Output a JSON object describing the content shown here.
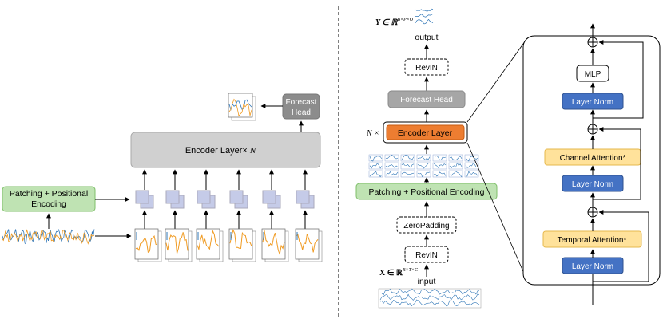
{
  "left": {
    "patching_line1": "Patching + Positional",
    "patching_line2": "Encoding",
    "encoder_label": "Encoder Layer×",
    "encoder_n": "N",
    "forecast_line1": "Forecast",
    "forecast_line2": "Head"
  },
  "middle": {
    "output_math": "Y ∈ ℝ",
    "output_sup": "B×P×O",
    "output_label": "output",
    "revin_top": "RevIN",
    "forecast_head": "Forecast Head",
    "n_times": "N ×",
    "encoder_layer": "Encoder Layer",
    "patching": "Patching + Positional Encoding",
    "zero_padding": "ZeroPadding",
    "revin_bottom": "RevIN",
    "input_math": "X ∈ ℝ",
    "input_sup": "B×T×C",
    "input_label": "input"
  },
  "detail": {
    "mlp": "MLP",
    "layer_norm_1": "Layer Norm",
    "channel_attention": "Channel Attention*",
    "layer_norm_2": "Layer Norm",
    "temporal_attention": "Temporal Attention*",
    "layer_norm_3": "Layer Norm"
  },
  "colors": {
    "green_fill": "#bfe3b3",
    "green_stroke": "#7fbf6a",
    "gray_fill": "#cccccc",
    "dark_gray_fill": "#8c8c8c",
    "orange_fill": "#ed7d31",
    "blue_fill": "#4472c4",
    "yellow_fill": "#ffe29b",
    "patch_fill": "#c5cbe8",
    "series_blue": "#2e75b6",
    "series_orange": "#f09a20"
  }
}
